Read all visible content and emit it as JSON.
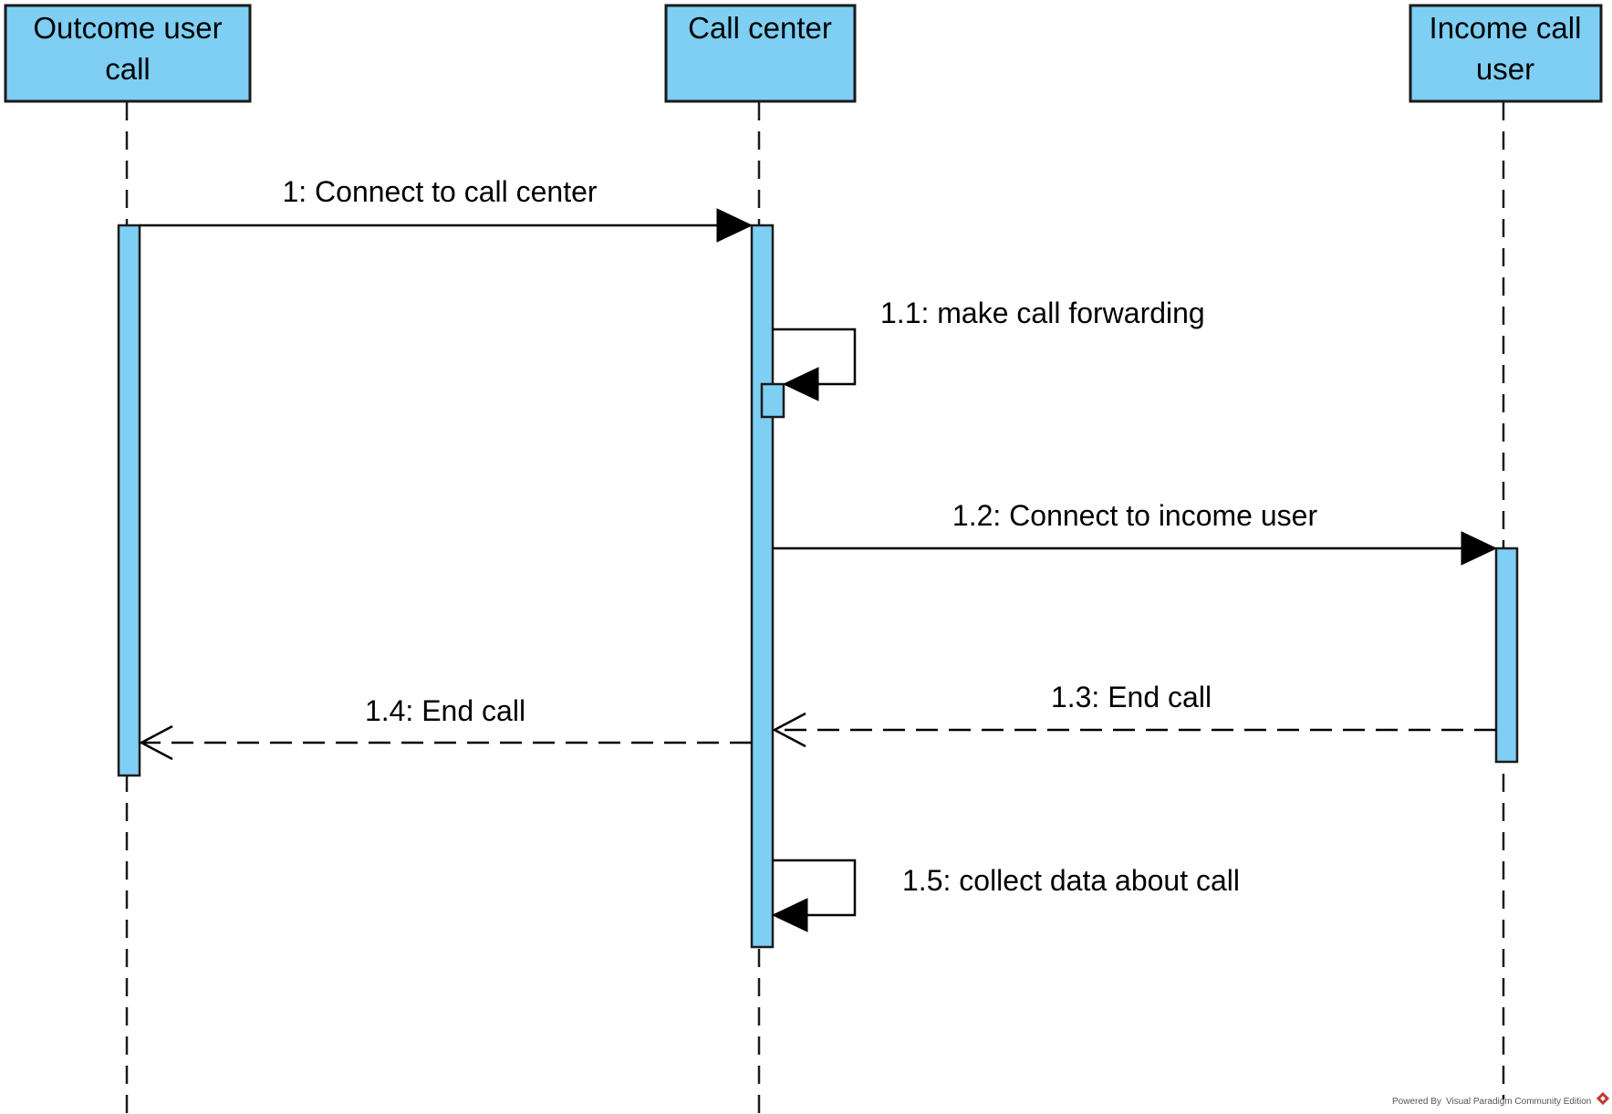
{
  "lifelines": [
    {
      "id": "outcome",
      "lines": [
        "Outcome user",
        "call"
      ]
    },
    {
      "id": "callcenter",
      "lines": [
        "Call center"
      ]
    },
    {
      "id": "income",
      "lines": [
        "Income call",
        "user"
      ]
    }
  ],
  "messages": [
    {
      "id": "m1",
      "label": "1: Connect to call center",
      "from": "outcome",
      "to": "callcenter",
      "kind": "sync"
    },
    {
      "id": "m11",
      "label": "1.1: make call forwarding",
      "from": "callcenter",
      "to": "callcenter",
      "kind": "self"
    },
    {
      "id": "m12",
      "label": "1.2: Connect to income user",
      "from": "callcenter",
      "to": "income",
      "kind": "sync"
    },
    {
      "id": "m13",
      "label": "1.3: End call",
      "from": "income",
      "to": "callcenter",
      "kind": "return"
    },
    {
      "id": "m14",
      "label": "1.4: End call",
      "from": "callcenter",
      "to": "outcome",
      "kind": "return"
    },
    {
      "id": "m15",
      "label": "1.5: collect data about call",
      "from": "callcenter",
      "to": "callcenter",
      "kind": "self"
    }
  ],
  "colors": {
    "lifeline_fill": "#7ecff3",
    "stroke": "#1a1a1a",
    "watermark_logo": "#c0392b"
  },
  "watermark": {
    "prefix": "Powered By",
    "product": "Visual Paradigm Community Edition",
    "logo_icon": "visual-paradigm-logo"
  }
}
